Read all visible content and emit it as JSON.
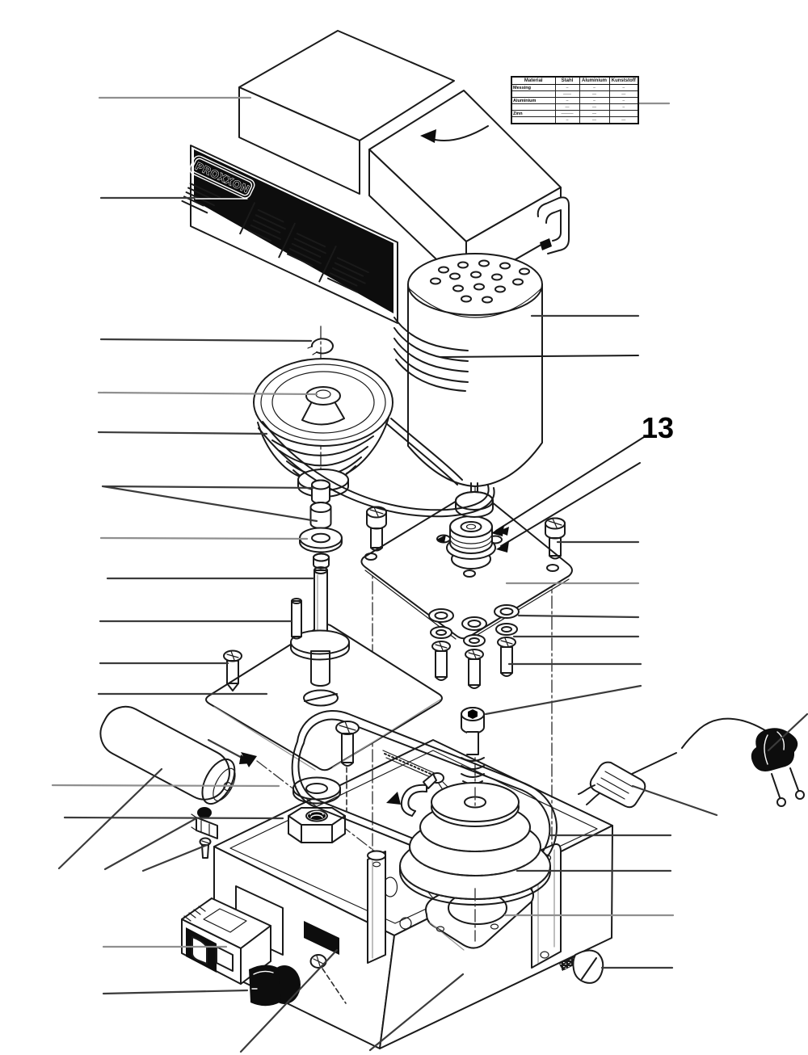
{
  "figure": {
    "callout": "13"
  },
  "speed_table": {
    "headers": [
      "Material",
      "Stahl",
      "Aluminium",
      "Kunststoff"
    ],
    "rows": [
      {
        "label": "Messing",
        "c1": "–",
        "c2": "–",
        "c3": "–"
      },
      {
        "label": "",
        "c1": "——",
        "c2": "—",
        "c3": "—"
      },
      {
        "label": "Aluminium",
        "c1": "–",
        "c2": "–",
        "c3": "–"
      },
      {
        "label": "",
        "c1": "—",
        "c2": "—",
        "c3": "–"
      },
      {
        "label": "Zinn",
        "c1": "———",
        "c2": "—",
        "c3": ""
      },
      {
        "label": "",
        "c1": "–",
        "c2": "—",
        "c3": "—"
      }
    ]
  },
  "machine_label": {
    "logo_text": "PROXXON"
  },
  "colors": {
    "line": "#1a1a1a",
    "label_background": "#0d0d0d",
    "paper": "#ffffff"
  }
}
